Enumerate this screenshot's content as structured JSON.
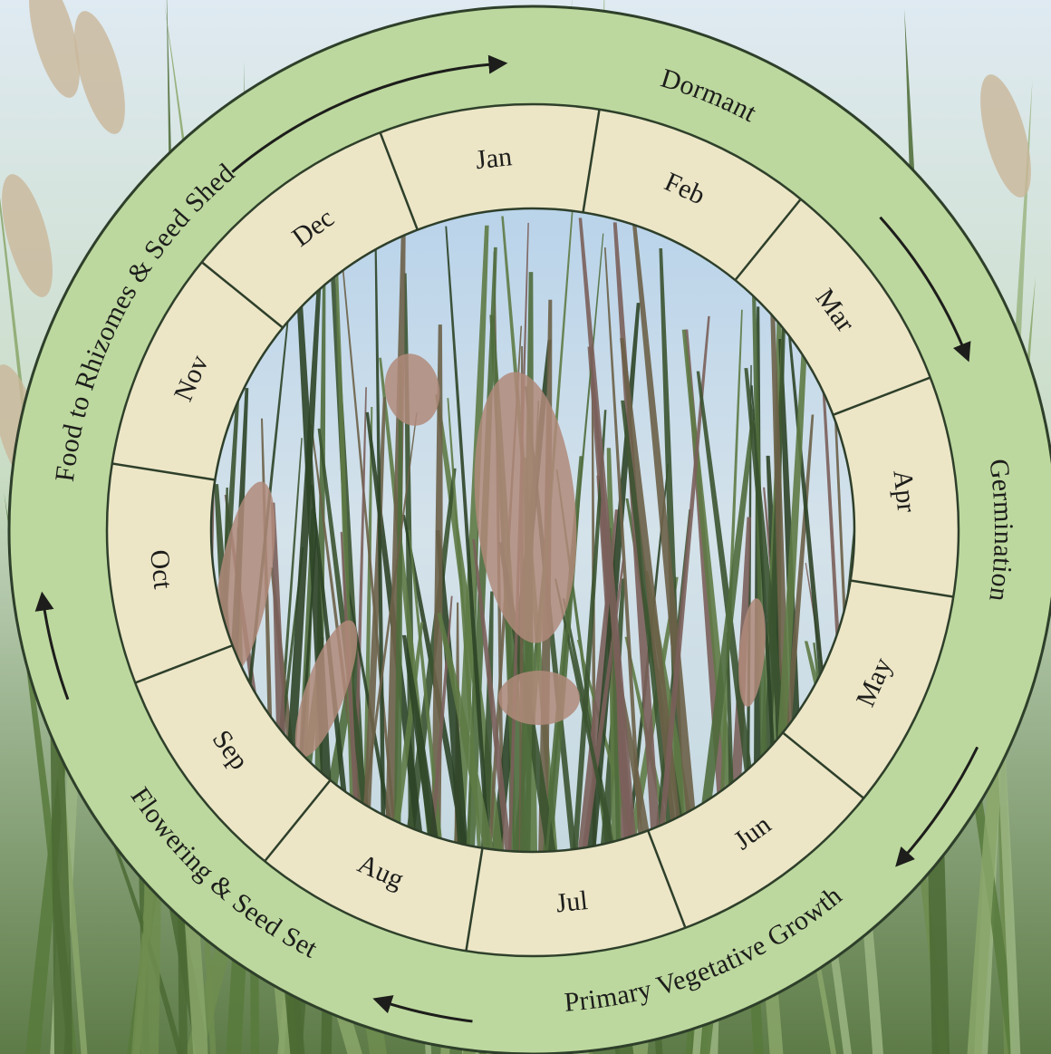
{
  "diagram": {
    "stages": [
      {
        "label": "Dormant"
      },
      {
        "label": "Germination"
      },
      {
        "label": "Primary Vegetative Growth"
      },
      {
        "label": "Flowering & Seed Set"
      },
      {
        "label": "Food to Rhizomes & Seed Shed"
      }
    ],
    "months": [
      {
        "label": "Jan"
      },
      {
        "label": "Feb"
      },
      {
        "label": "Mar"
      },
      {
        "label": "Apr"
      },
      {
        "label": "May"
      },
      {
        "label": "Jun"
      },
      {
        "label": "Jul"
      },
      {
        "label": "Aug"
      },
      {
        "label": "Sep"
      },
      {
        "label": "Oct"
      },
      {
        "label": "Nov"
      },
      {
        "label": "Dec"
      }
    ],
    "arrow_count": 5,
    "arrow_direction": "clockwise"
  },
  "colors": {
    "outer_ring": "#bcd89e",
    "ring_border": "#2e3f2a",
    "month_band": "#ece6c7",
    "sky": "#cfe0ec",
    "reed_dark": "#3b5330",
    "reed_mid": "#5e7a45",
    "plume": "#b08a7a",
    "text": "#1d1d1b"
  }
}
